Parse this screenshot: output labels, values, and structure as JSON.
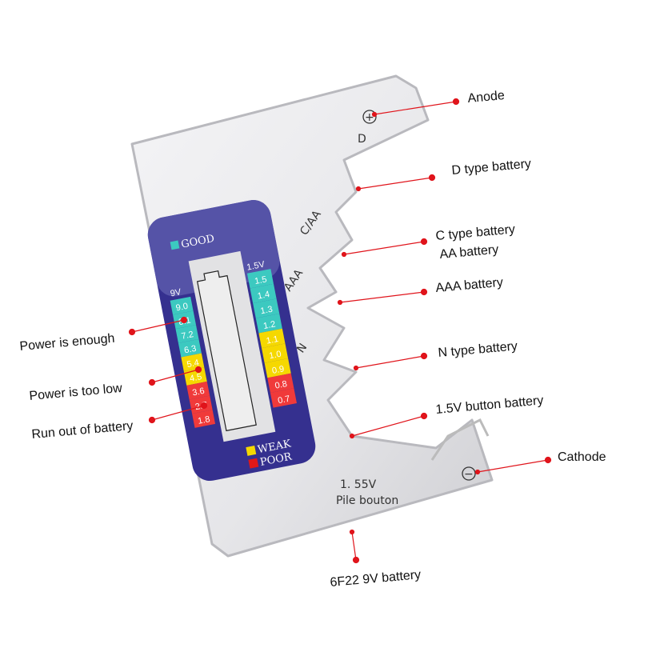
{
  "colors": {
    "leader": "#e0141b",
    "panel": "#35308f",
    "good": "#3cc9c0",
    "weak": "#f5d800",
    "poor": "#f03a3a",
    "body": "#e9e9eb"
  },
  "callouts": {
    "anode": "Anode",
    "d_type": "D type battery",
    "c_type": "C type battery",
    "aa": "AA battery",
    "aaa": "AAA battery",
    "n_type": "N type battery",
    "button": "1.5V button battery",
    "cathode": "Cathode",
    "nine_volt": "6F22 9V battery",
    "power_enough": "Power is enough",
    "power_low": "Power is too low",
    "run_out": "Run out of battery"
  },
  "device": {
    "slot_d": "D",
    "slot_caa": "C/AA",
    "slot_aaa": "AAA",
    "slot_n": "N",
    "button_voltage": "1. 55V",
    "button_label": "Pile bouton",
    "anode_symbol": "+",
    "cathode_symbol": "−"
  },
  "meter": {
    "good_label": "GOOD",
    "weak_label": "WEAK",
    "poor_label": "POOR",
    "left_header": "9V",
    "right_header": "1.5V",
    "left_scale": [
      {
        "v": "9.0",
        "level": "good"
      },
      {
        "v": "8.1",
        "level": "good"
      },
      {
        "v": "7.2",
        "level": "good"
      },
      {
        "v": "6.3",
        "level": "good"
      },
      {
        "v": "5.4",
        "level": "weak"
      },
      {
        "v": "4.5",
        "level": "weak"
      },
      {
        "v": "3.6",
        "level": "poor"
      },
      {
        "v": "2.7",
        "level": "poor"
      },
      {
        "v": "1.8",
        "level": "poor"
      }
    ],
    "right_scale": [
      {
        "v": "1.5",
        "level": "good"
      },
      {
        "v": "1.4",
        "level": "good"
      },
      {
        "v": "1.3",
        "level": "good"
      },
      {
        "v": "1.2",
        "level": "good"
      },
      {
        "v": "1.1",
        "level": "weak"
      },
      {
        "v": "1.0",
        "level": "weak"
      },
      {
        "v": "0.9",
        "level": "weak"
      },
      {
        "v": "0.8",
        "level": "poor"
      },
      {
        "v": "0.7",
        "level": "poor"
      }
    ]
  }
}
